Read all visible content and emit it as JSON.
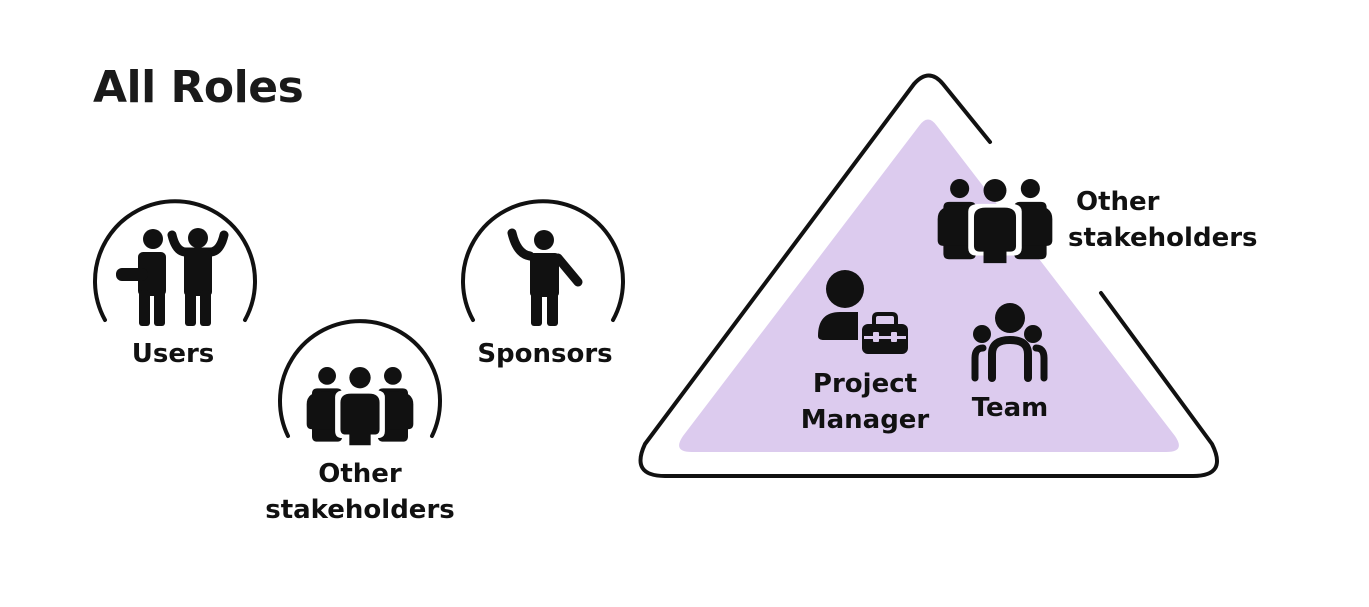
{
  "title": "All Roles",
  "colors": {
    "ink": "#111111",
    "triangle_fill": "#dccbee"
  },
  "roles": {
    "users": {
      "label": "Users",
      "icon": "users-icon"
    },
    "other_stakeholders": {
      "line1": "Other",
      "line2": "stakeholders",
      "icon": "group-icon"
    },
    "sponsors": {
      "label": "Sponsors",
      "icon": "person-waving-icon"
    }
  },
  "triangle": {
    "other_stakeholders": {
      "line1": "Other",
      "line2": "stakeholders",
      "icon": "group-icon"
    },
    "project_manager": {
      "line1": "Project",
      "line2": "Manager",
      "icon": "person-briefcase-icon"
    },
    "team": {
      "label": "Team",
      "icon": "team-icon"
    }
  }
}
